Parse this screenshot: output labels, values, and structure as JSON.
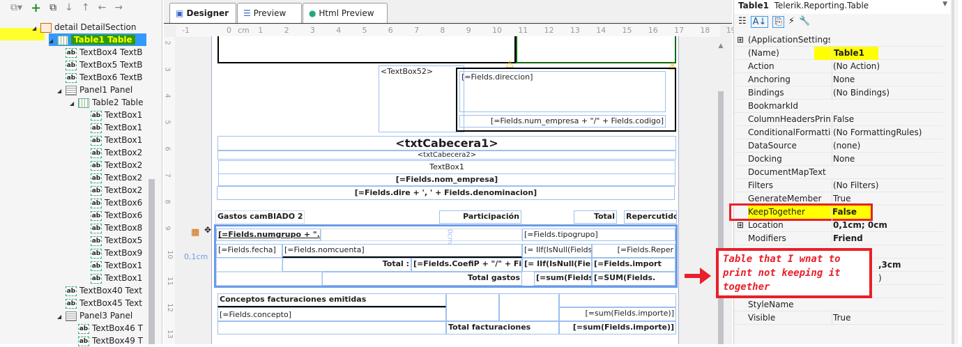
{
  "toolbar": {
    "icons": [
      "layout-icon",
      "add-icon",
      "collapse-icon",
      "move-down-icon",
      "move-up-icon",
      "move-left-icon",
      "move-right-icon"
    ]
  },
  "tree": [
    {
      "label": "detail  DetailSection",
      "indent": 2,
      "icon": "sec",
      "exp": true
    },
    {
      "label": "Table1  Table",
      "indent": 3,
      "icon": "tbl",
      "exp": true,
      "selected": true
    },
    {
      "label": "TextBox4  TextB",
      "indent": 4,
      "icon": "ab"
    },
    {
      "label": "TextBox5  TextB",
      "indent": 4,
      "icon": "ab"
    },
    {
      "label": "TextBox6  TextB",
      "indent": 4,
      "icon": "ab"
    },
    {
      "label": "Panel1  Panel",
      "indent": 4,
      "icon": "pnl",
      "exp": true
    },
    {
      "label": "Table2  Table",
      "indent": 5,
      "icon": "tbl",
      "exp": true
    },
    {
      "label": "TextBox1",
      "indent": 6,
      "icon": "ab"
    },
    {
      "label": "TextBox1",
      "indent": 6,
      "icon": "ab"
    },
    {
      "label": "TextBox1",
      "indent": 6,
      "icon": "ab"
    },
    {
      "label": "TextBox2",
      "indent": 6,
      "icon": "ab"
    },
    {
      "label": "TextBox2",
      "indent": 6,
      "icon": "ab"
    },
    {
      "label": "TextBox2",
      "indent": 6,
      "icon": "ab"
    },
    {
      "label": "TextBox2",
      "indent": 6,
      "icon": "ab"
    },
    {
      "label": "TextBox6",
      "indent": 6,
      "icon": "ab"
    },
    {
      "label": "TextBox6",
      "indent": 6,
      "icon": "ab"
    },
    {
      "label": "TextBox8",
      "indent": 6,
      "icon": "ab"
    },
    {
      "label": "TextBox5",
      "indent": 6,
      "icon": "ab"
    },
    {
      "label": "TextBox9",
      "indent": 6,
      "icon": "ab"
    },
    {
      "label": "TextBox1",
      "indent": 6,
      "icon": "ab"
    },
    {
      "label": "TextBox1",
      "indent": 6,
      "icon": "ab"
    },
    {
      "label": "TextBox40  Text",
      "indent": 4,
      "icon": "ab"
    },
    {
      "label": "TextBox45  Text",
      "indent": 4,
      "icon": "ab"
    },
    {
      "label": "Panel3  Panel",
      "indent": 4,
      "icon": "pnl",
      "exp": true
    },
    {
      "label": "TextBox46  T",
      "indent": 5,
      "icon": "ab"
    },
    {
      "label": "TextBox49  T",
      "indent": 5,
      "icon": "ab"
    }
  ],
  "tabs": [
    {
      "label": "Designer"
    },
    {
      "label": "Preview"
    },
    {
      "label": "Html Preview"
    }
  ],
  "ruler": {
    "h": [
      "-1",
      "0",
      "cm",
      "1",
      "2",
      "3",
      "4",
      "5",
      "6",
      "7",
      "8",
      "9",
      "10",
      "11",
      "12",
      "13",
      "14",
      "15",
      "16",
      "17",
      "18",
      "19"
    ],
    "v": [
      "2",
      "3",
      "4",
      "5",
      "6",
      "7",
      "8",
      "9",
      "10",
      "11",
      "12",
      "13"
    ]
  },
  "report": {
    "textbox52": "<TextBox52>",
    "direccion": "[=Fields.direccion]",
    "num_empresa": "[=Fields.num_empresa + \"/\" + Fields.codigo]",
    "cabecera1": "<txtCabecera1>",
    "cabecera2": "<txtCabecera2>",
    "textbox1": "TextBox1",
    "nom_empresa": "[=Fields.nom_empresa]",
    "dire": "[=Fields.dire + ', ' + Fields.denominacion]",
    "gastos": "Gastos camBIADO 2",
    "participacion": "Participación",
    "total": "Total",
    "repercutido": "Repercutido",
    "numgrupo": "[=Fields.numgrupo + \".\" + Fields.no",
    "tipogrupo": "[=Fields.tipogrupo]",
    "zero_cm": "0cm",
    "left_cm": "0,1cm",
    "fecha": "[=Fields.fecha]",
    "nomcuenta": "[=Fields.nomcuenta]",
    "iif1": "[= IIf(IsNull(Fields.calculoP",
    "reper": "[=Fields.Reper",
    "total_lbl": "Total :",
    "coefip": "[=Fields.CoefiP + \"/\" + Fiel",
    "iif2": "[= IIf(IsNull(Fields.calc",
    "import": "[=Fields.import",
    "total_gastos": "Total gastos",
    "sum_saldo": "[=sum(Fields.Saldo",
    "sum_upper": "[=SUM(Fields.",
    "conceptos": "Conceptos facturaciones emitidas",
    "concepto": "[=Fields.concepto]",
    "sum_importe": "[=sum(Fields.importe)]",
    "total_fact": "Total facturaciones",
    "sum_importe_b": "[=sum(Fields.importe)]"
  },
  "props": {
    "object_name": "Table1",
    "object_type": "Telerik.Reporting.Table",
    "rows": [
      {
        "name": "(ApplicationSettings)",
        "value": "",
        "expand": true
      },
      {
        "name": "(Name)",
        "value": "Table1",
        "bold": true,
        "hl": true
      },
      {
        "name": "Action",
        "value": "(No Action)"
      },
      {
        "name": "Anchoring",
        "value": "None"
      },
      {
        "name": "Bindings",
        "value": "(No Bindings)"
      },
      {
        "name": "BookmarkId",
        "value": ""
      },
      {
        "name": "ColumnHeadersPrint(",
        "value": "False"
      },
      {
        "name": "ConditionalFormattin",
        "value": "(No FormattingRules)"
      },
      {
        "name": "DataSource",
        "value": "(none)"
      },
      {
        "name": "Docking",
        "value": "None"
      },
      {
        "name": "DocumentMapText",
        "value": ""
      },
      {
        "name": "Filters",
        "value": "(No Filters)"
      },
      {
        "name": "GenerateMember",
        "value": "True"
      },
      {
        "name": "KeepTogether",
        "value": "False",
        "bold": true,
        "hl": true,
        "boxed": true
      },
      {
        "name": "Location",
        "value": "0,1cm; 0cm",
        "bold": true,
        "expand": true
      },
      {
        "name": "Modifiers",
        "value": "Friend",
        "bold": true
      },
      {
        "name": "",
        "value": ""
      },
      {
        "name": "",
        "value": ",3cm",
        "bold": true
      },
      {
        "name": "",
        "value": ")"
      },
      {
        "name": "",
        "value": ""
      },
      {
        "name": "StyleName",
        "value": ""
      },
      {
        "name": "Visible",
        "value": "True"
      }
    ]
  },
  "annotation": "Table that I wnat to print not keeping it together",
  "colors": {
    "highlight": "#ffff00",
    "annotation": "#e8202a",
    "selection": "#3399ff"
  }
}
